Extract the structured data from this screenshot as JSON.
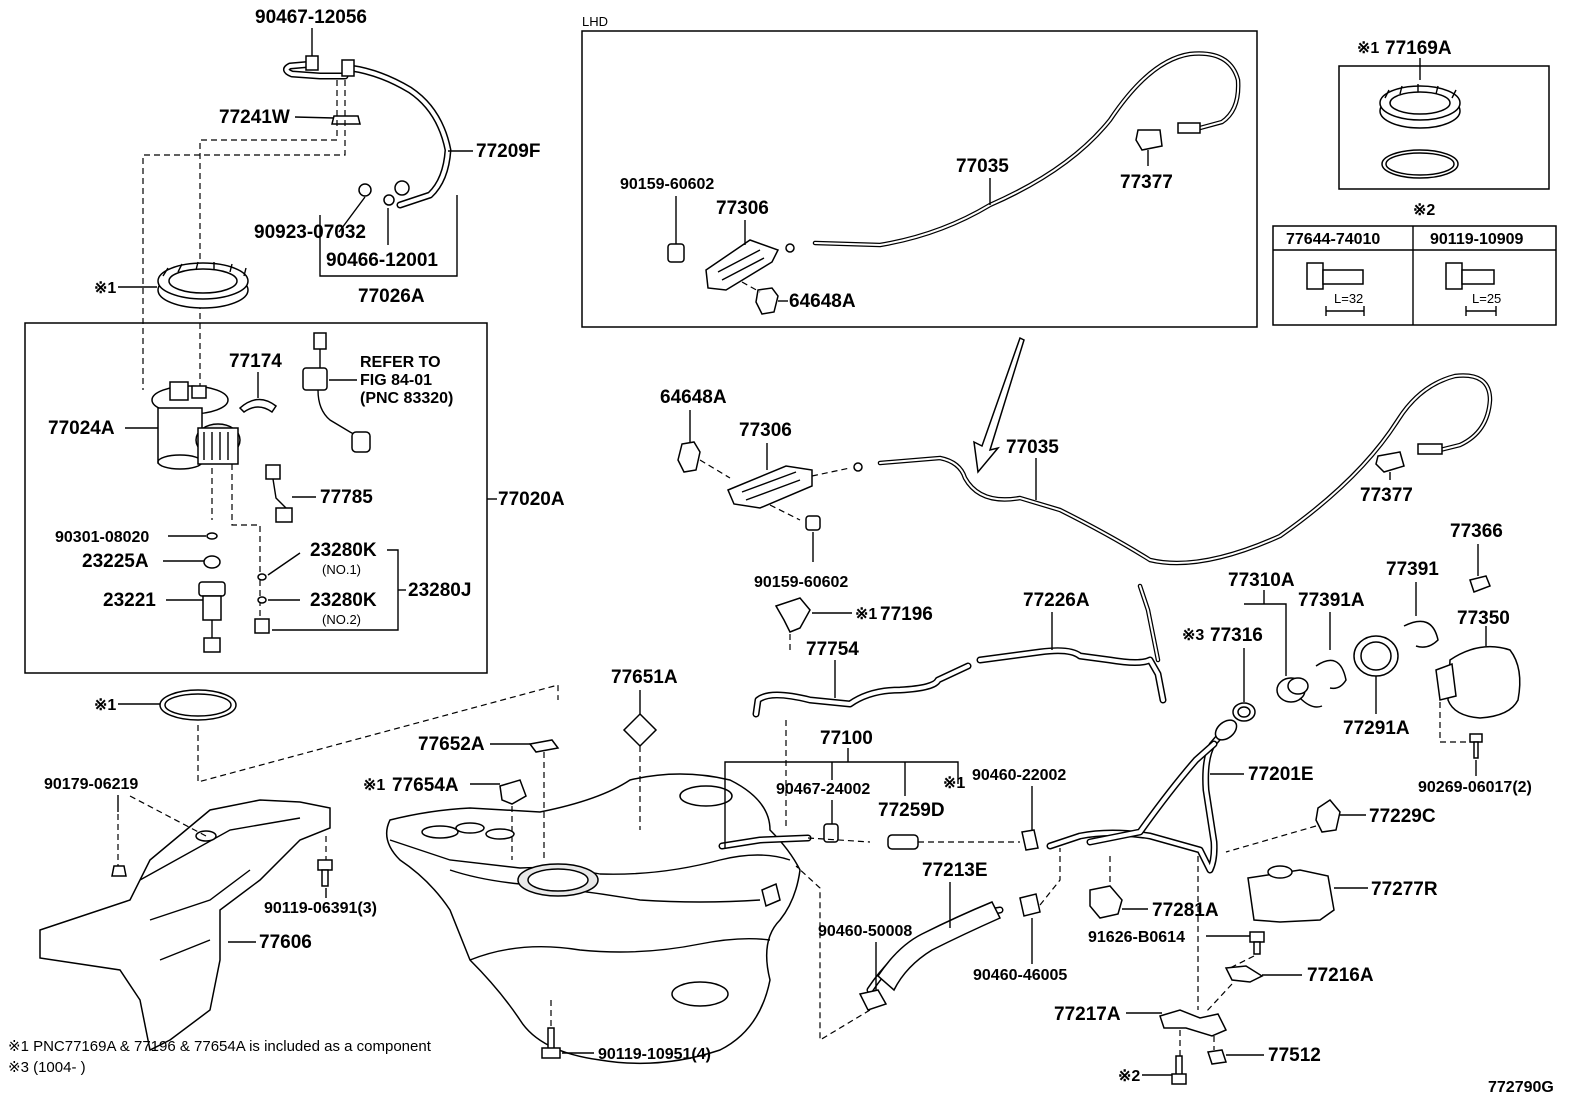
{
  "labels": {
    "p90467_12056": "90467-12056",
    "p77241W": "77241W",
    "p77209F": "77209F",
    "p90923_07032": "90923-07032",
    "p90466_12001": "90466-12001",
    "p77026A": "77026A",
    "note1_ring": "※1",
    "p77174": "77174",
    "refer1": "REFER TO",
    "refer2": "FIG 84-01",
    "refer3": "(PNC 83320)",
    "p77024A": "77024A",
    "p77785": "77785",
    "p77020A": "77020A",
    "p90301_08020": "90301-08020",
    "p23225A": "23225A",
    "p23280K_1": "23280K",
    "no1": "(NO.1)",
    "p23280J": "23280J",
    "p23221": "23221",
    "p23280K_2": "23280K",
    "no2": "(NO.2)",
    "note1_oring": "※1",
    "p90179_06219": "90179-06219",
    "p90119_06391": "90119-06391(3)",
    "p77606": "77606",
    "lhd": "LHD",
    "p90159_60602_top": "90159-60602",
    "p77306_top": "77306",
    "p77035_top": "77035",
    "p77377_top": "77377",
    "p64648A_top": "64648A",
    "note1_box": "※1",
    "p77169A": "77169A",
    "note2_box": "※2",
    "p77644_74010": "77644-74010",
    "p90119_10909": "90119-10909",
    "l32": "L=32",
    "l25": "L=25",
    "p64648A": "64648A",
    "p77306": "77306",
    "p77035": "77035",
    "p77377": "77377",
    "p90159_60602": "90159-60602",
    "note1_77196": "※1",
    "p77196": "77196",
    "p77754": "77754",
    "p77226A": "77226A",
    "p77651A": "77651A",
    "p77652A": "77652A",
    "note1_77654A": "※1",
    "p77654A": "77654A",
    "p77100": "77100",
    "p90467_24002": "90467-24002",
    "note1_77100": "※1",
    "p77259D": "77259D",
    "p90460_22002": "90460-22002",
    "p77310A": "77310A",
    "p77366": "77366",
    "p77391A": "77391A",
    "p77391": "77391",
    "note3": "※3",
    "p77316": "77316",
    "p77350": "77350",
    "p77291A": "77291A",
    "p90269_06017": "90269-06017(2)",
    "p77201E": "77201E",
    "p77229C": "77229C",
    "p77213E": "77213E",
    "p77277R": "77277R",
    "p77281A": "77281A",
    "p90460_50008": "90460-50008",
    "p91626_B0614": "91626-B0614",
    "p90460_46005": "90460-46005",
    "p77216A": "77216A",
    "p77217A": "77217A",
    "p90119_10951": "90119-10951(4)",
    "note2_bolt": "※2",
    "p77512": "77512",
    "footnote1": "※1 PNC77169A & 77196 & 77654A is included as a component",
    "footnote3": "※3 (1004-         )",
    "figure_code": "772790G"
  }
}
